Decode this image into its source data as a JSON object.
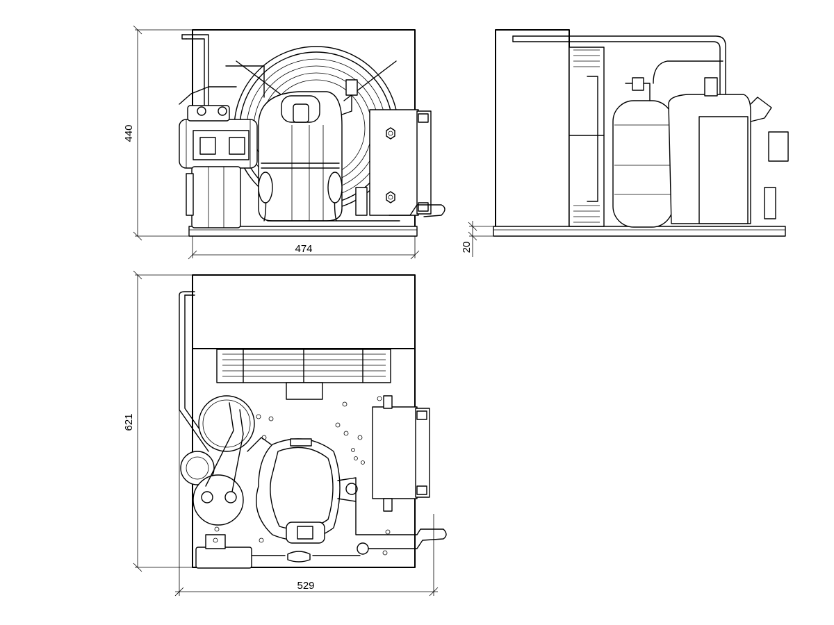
{
  "diagram": {
    "dimensions": {
      "front_height": "440",
      "front_width": "474",
      "top_depth": "621",
      "top_width": "529",
      "side_base_height": "20"
    },
    "stroke_color": "#000000",
    "background_color": "#ffffff"
  }
}
